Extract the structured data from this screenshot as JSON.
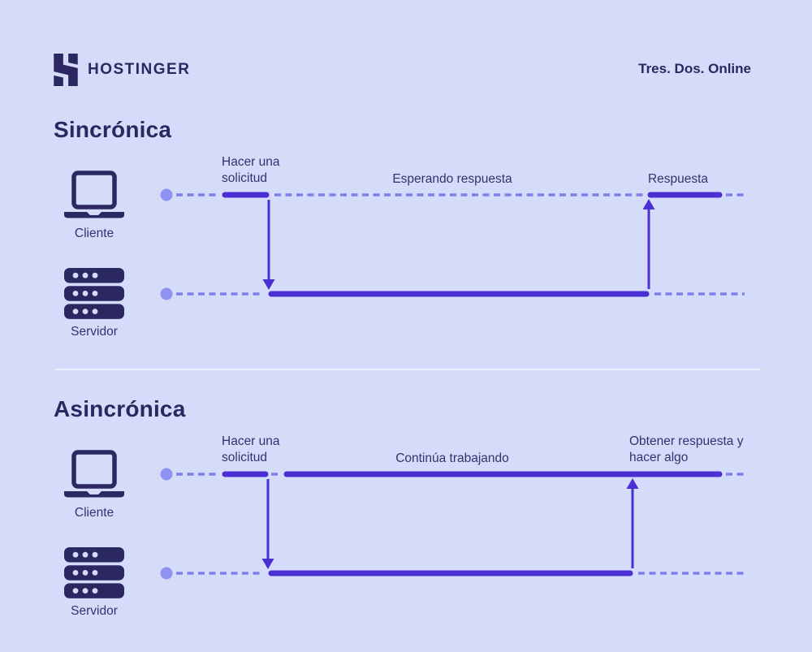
{
  "header": {
    "brand": "HOSTINGER",
    "tagline": "Tres. Dos. Online"
  },
  "colors": {
    "background": "#d5dcfa",
    "ink": "#2b2760",
    "label_ink": "#35316e",
    "segment_purple": "#4b2fd4",
    "arrow_purple": "#4b2fd4",
    "dash_purple": "#7e80ea",
    "dot_purple": "#8e93f1",
    "divider": "#eef1fd"
  },
  "icons": {
    "logo": "hostinger-h-mark",
    "client": "laptop-icon",
    "server": "server-stack-icon"
  },
  "sections": [
    {
      "id": "sincronica",
      "title": "Sincrónica",
      "client_label": "Cliente",
      "server_label": "Servidor",
      "labels": {
        "request": "Hacer una solicitud",
        "middle": "Esperando respuesta",
        "response": "Respuesta"
      }
    },
    {
      "id": "asincronica",
      "title": "Asincrónica",
      "client_label": "Cliente",
      "server_label": "Servidor",
      "labels": {
        "request": "Hacer una solicitud",
        "middle": "Continúa trabajando",
        "response": "Obtener respuesta y hacer algo"
      }
    }
  ]
}
